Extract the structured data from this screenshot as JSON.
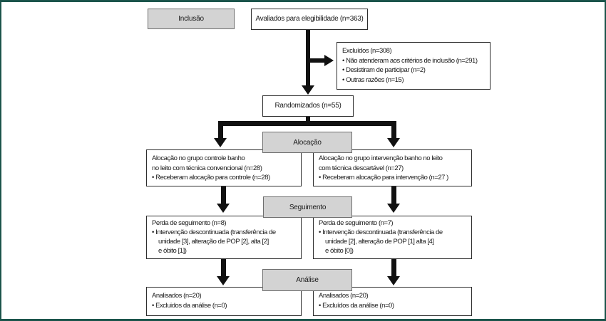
{
  "palette": {
    "frame_border": "#1b544b",
    "stage_label_fill": "#d3d3d3",
    "stage_label_border": "#6f6f6f",
    "flow_box_border": "#2e2e2e",
    "arrow_color": "#111111",
    "text_color": "#1a1a1a"
  },
  "stages": {
    "inclusion_label": "Inclusão",
    "allocation_label": "Alocação",
    "followup_label": "Seguimento",
    "analysis_label": "Análise"
  },
  "boxes": {
    "eligibility": {
      "text": "Avaliados para elegibilidade (n=363)"
    },
    "excluded": {
      "lines": [
        "Excluídos (n=308)",
        "• Não atenderam aos critérios de inclusão (n=291)",
        "• Desistiram de participar (n=2)",
        "• Outras razões (n=15)"
      ]
    },
    "randomized": {
      "text": "Randomizados (n=55)"
    },
    "alloc_control": {
      "lines": [
        "Alocação no grupo controle banho",
        "no leito com técnica convencional (n=28)",
        "• Receberam alocação para controle (n=28)"
      ]
    },
    "alloc_intervention": {
      "lines": [
        "Alocação no grupo intervenção banho no leito",
        "com técnica descartável (n=27)",
        "• Receberam alocação para intervenção (n=27 )"
      ]
    },
    "followup_control": {
      "lines": [
        "Perda de seguimento (n=8)",
        "• Intervenção descontinuada (transferência de",
        "unidade [3], alteração de POP [2], alta [2]",
        "e óbito [1])"
      ]
    },
    "followup_intervention": {
      "lines": [
        "Perda de seguimento (n=7)",
        "• Intervenção descontinuada (transferência de",
        "unidade [2], alteração de POP [1] alta [4]",
        "e óbito [0])"
      ]
    },
    "analysis_control": {
      "lines": [
        "Analisados (n=20)",
        "• Excluidos da análise (n=0)"
      ]
    },
    "analysis_intervention": {
      "lines": [
        "Analisados (n=20)",
        "• Excluídos da análise (n=0)"
      ]
    }
  }
}
